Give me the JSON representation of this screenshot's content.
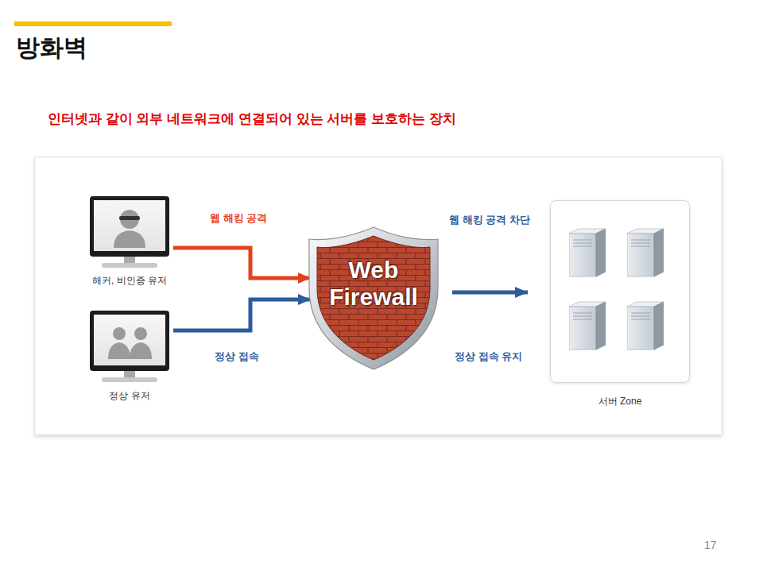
{
  "diagram": {
    "title": "방화벽",
    "nodes": [
      {
        "text": [
          "해커, 비인증 유저"
        ]
      },
      {
        "text": [
          "정상 유저"
        ]
      },
      {
        "text": [
          "Web Firewall"
        ]
      },
      {
        "text": [
          "서버 Zone"
        ]
      }
    ],
    "edges": [
      {
        "from": 0,
        "to": 2,
        "arrow": "to",
        "label": "웹 해킹 공격"
      },
      {
        "from": 1,
        "to": 2,
        "arrow": "to",
        "label": "정상 접속"
      },
      {
        "from": 2,
        "to": 3,
        "arrow": "to",
        "label": "웹 해킹 공격 차단"
      }
    ],
    "labels": [
      "인터넷과 같이 외부 네트워크에 연결되어 있는 서버를 보호하는 장치",
      "정상 접속 유지",
      "17"
    ]
  }
}
